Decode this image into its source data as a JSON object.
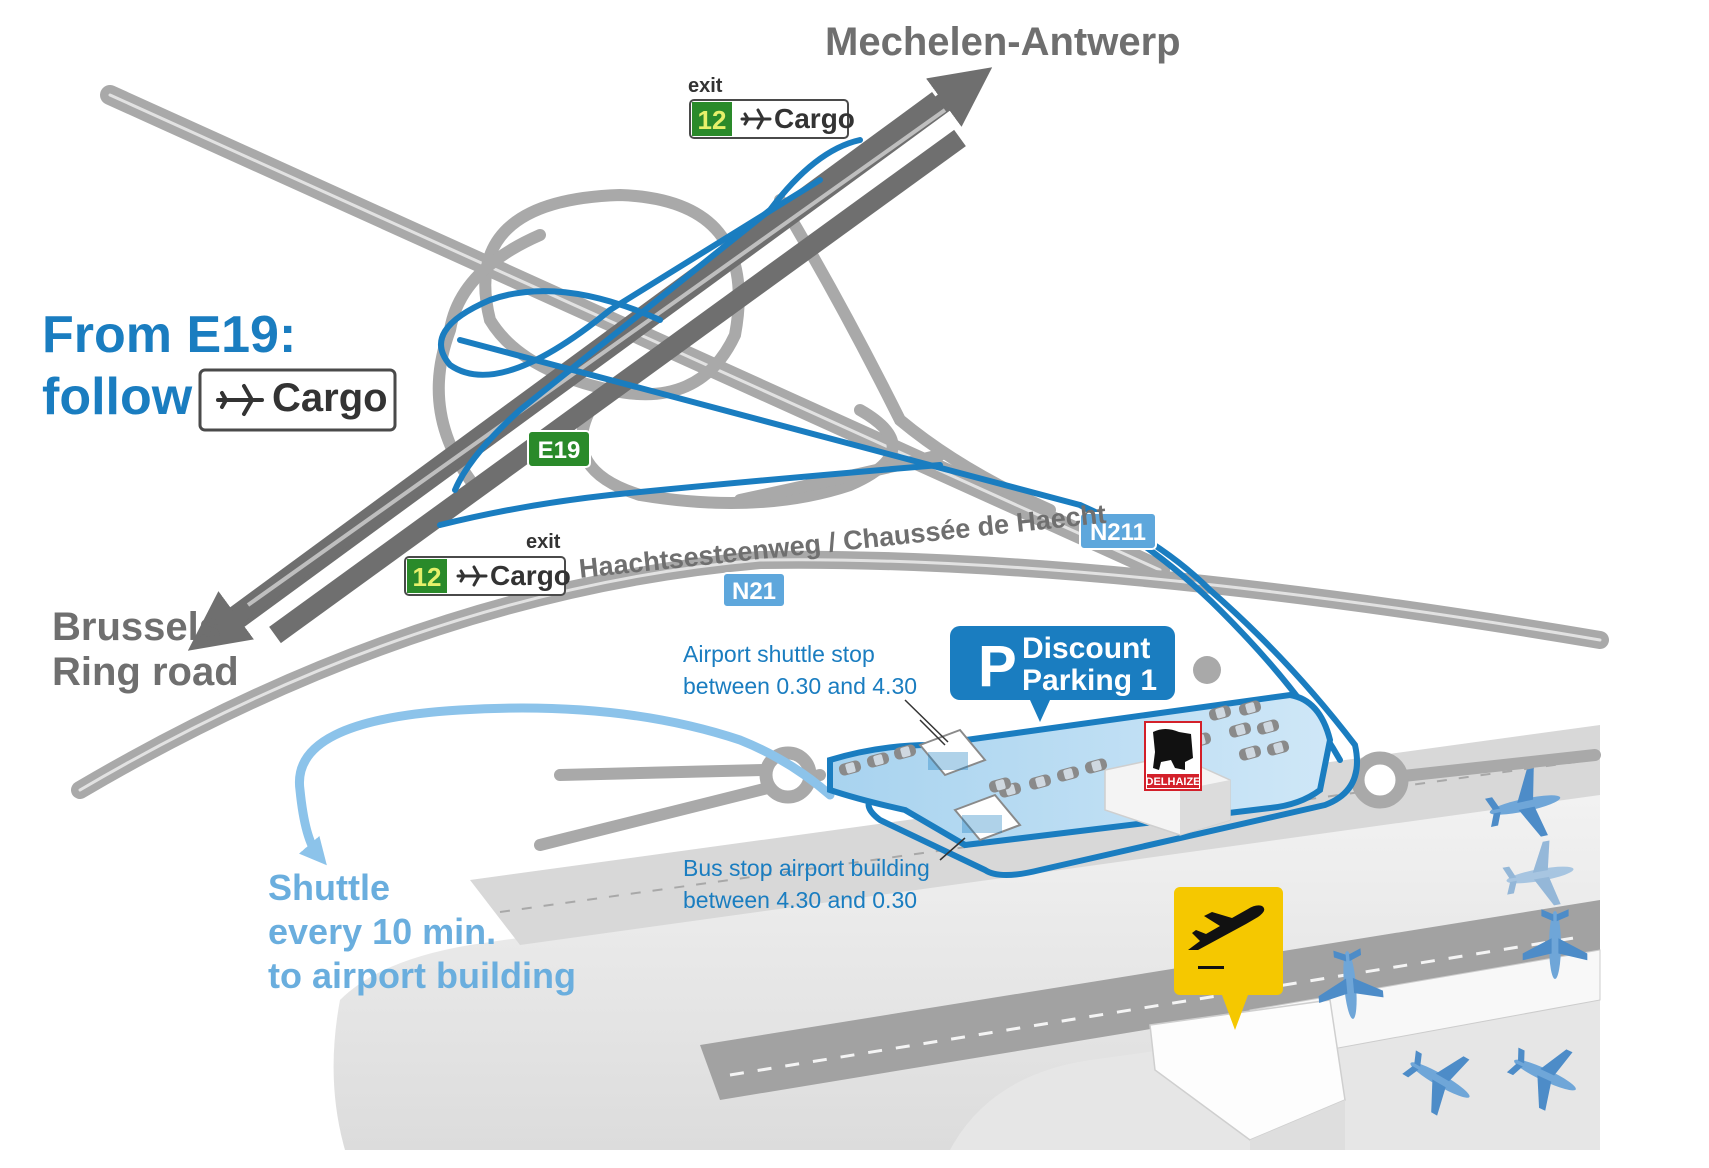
{
  "destinations": {
    "north": "Mechelen-Antwerp",
    "south_line1": "Brussels",
    "south_line2": "Ring road"
  },
  "instruction": {
    "line1": "From  E19:",
    "line2": "follow",
    "sign_label": "Cargo"
  },
  "exits": [
    {
      "word": "exit",
      "number": "12",
      "label": "Cargo"
    },
    {
      "word": "exit",
      "number": "12",
      "label": "Cargo"
    }
  ],
  "road_badges": {
    "e19": "E19",
    "n211": "N211",
    "n21": "N21"
  },
  "road_name": "Haachtsesteenweg / Chaussée de Haecht",
  "parking": {
    "letter": "P",
    "line1": "Discount",
    "line2": "Parking 1"
  },
  "shuttle_stop": {
    "line1": "Airport shuttle stop",
    "line2": "between 0.30 and 4.30"
  },
  "bus_stop": {
    "line1": "Bus stop airport building",
    "line2": "between 4.30 and 0.30"
  },
  "shuttle_info": {
    "line1": "Shuttle",
    "line2": "every 10 min.",
    "line3": "to airport building"
  },
  "supermarket": "DELHAIZE",
  "icons": [
    "airplane-icon",
    "departures-icon",
    "parking-icon",
    "lion-logo-icon"
  ],
  "colors": {
    "route_blue": "#1a7dc0",
    "shuttle_blue": "#8cc3ea",
    "road_grey": "#a9a9a9",
    "highway_dark": "#6f6f6f",
    "badge_green": "#2a8a2a",
    "badge_light_blue": "#5ea7dc",
    "airport_yellow": "#f5c800",
    "delhaize_red": "#d3202a"
  }
}
